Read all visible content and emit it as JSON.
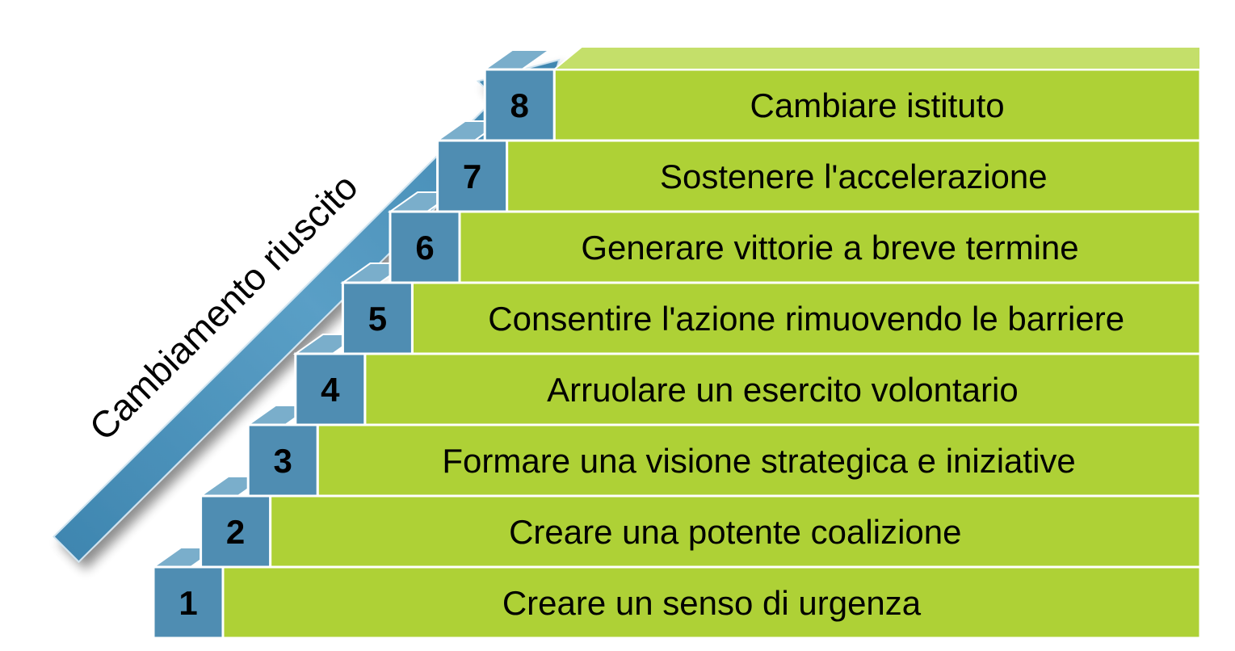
{
  "arrow": {
    "label": "Cambiamento riuscito"
  },
  "colors": {
    "green": "#aed136",
    "green_top": "#c4df6a",
    "blue": "#4f8db2",
    "blue_top": "#7aaecb",
    "arrow": "#4d93bb",
    "border": "#ffffff"
  },
  "steps": [
    {
      "number": "1",
      "label": "Creare un senso di urgenza"
    },
    {
      "number": "2",
      "label": "Creare una potente coalizione"
    },
    {
      "number": "3",
      "label": "Formare una visione strategica e iniziative"
    },
    {
      "number": "4",
      "label": "Arruolare un esercito volontario"
    },
    {
      "number": "5",
      "label": "Consentire l'azione rimuovendo le barriere"
    },
    {
      "number": "6",
      "label": "Generare vittorie a breve termine"
    },
    {
      "number": "7",
      "label": "Sostenere l'accelerazione"
    },
    {
      "number": "8",
      "label": "Cambiare istituto"
    }
  ]
}
